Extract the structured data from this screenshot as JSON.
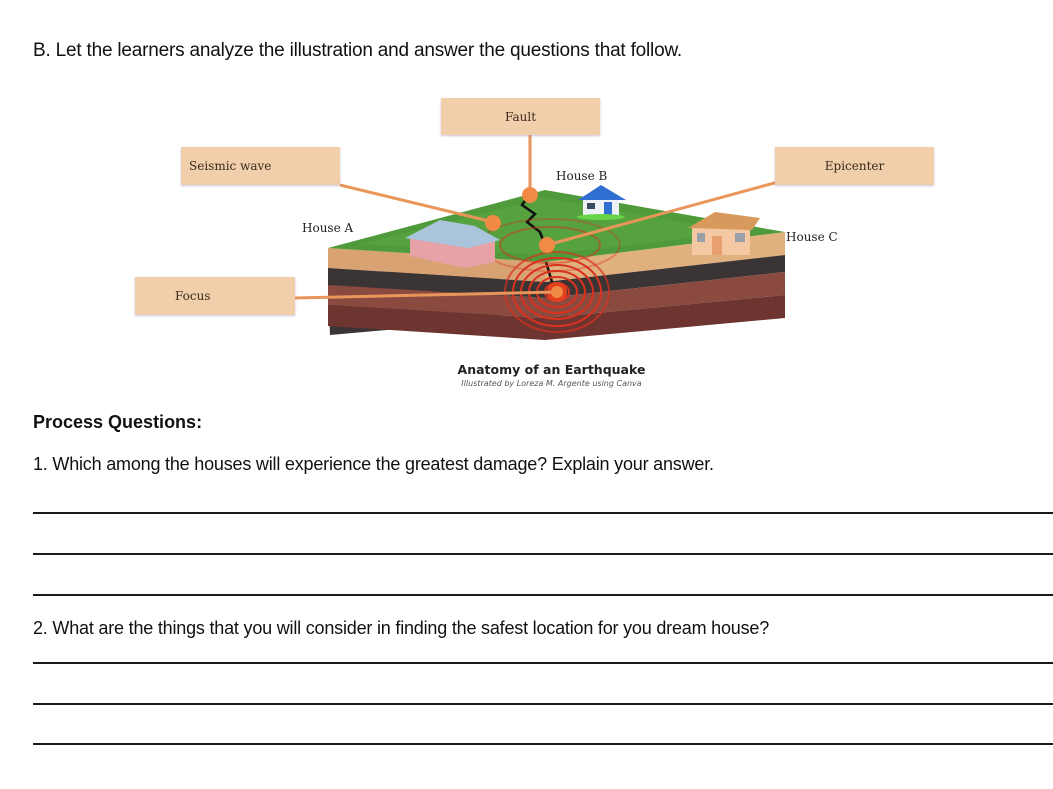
{
  "instruction": "B. Let the learners analyze the illustration and answer the questions that follow.",
  "illustration": {
    "labels": {
      "fault": "Fault",
      "seismic_wave": "Seismic wave",
      "epicenter": "Epicenter",
      "focus": "Focus"
    },
    "houses": {
      "a": "House A",
      "b": "House B",
      "c": "House C"
    },
    "caption_title": "Anatomy of an Earthquake",
    "caption_credit": "Illustrated by Loreza M. Argente using Canva",
    "colors": {
      "label_box": "#f0cfaa",
      "leader_line": "#e8965a",
      "grass": "#4f9a3a",
      "topsoil": "#d9a273",
      "rock_dark": "#3a3434",
      "rock_red": "#8a4a40",
      "rock_deep": "#6e3530",
      "wave": "#d8321f"
    }
  },
  "process": {
    "heading": "Process Questions:",
    "questions": [
      {
        "text": "1. Which among the houses will experience the greatest damage? Explain your answer.",
        "answer_lines": 3
      },
      {
        "text": "2. What are the things that you will consider in finding the safest location for you dream house?",
        "answer_lines": 3
      }
    ]
  }
}
